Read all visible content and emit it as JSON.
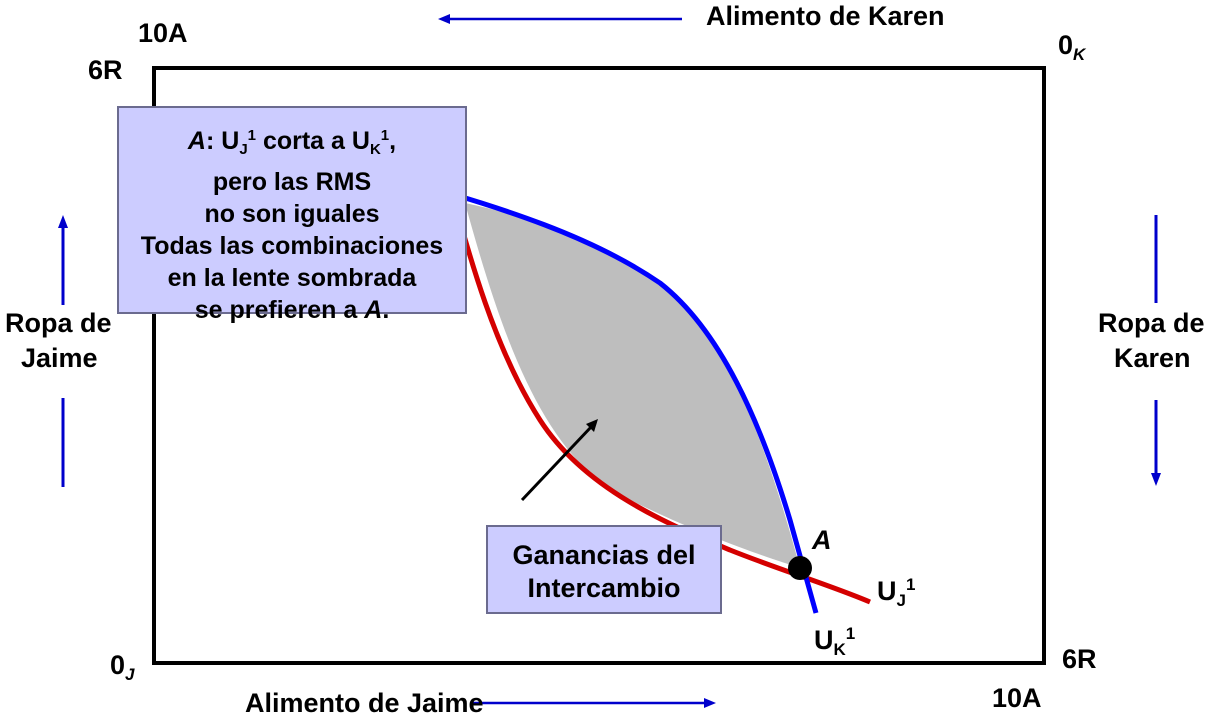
{
  "top_axis": {
    "label": "Alimento de Karen",
    "corner_left": "10A",
    "origin_base": "0",
    "origin_sub": "K"
  },
  "bottom_axis": {
    "label": "Alimento de Jaime",
    "corner_right": "10A",
    "origin_base": "0",
    "origin_sub": "J"
  },
  "left_axis": {
    "corner_top": "6R",
    "label_line1": "Ropa de",
    "label_line2": "Jaime"
  },
  "right_axis": {
    "corner_bottom": "6R",
    "label_line1": "Ropa de",
    "label_line2": "Karen"
  },
  "callout": {
    "line1_point": "A",
    "line1_text_a": ": U",
    "line1_sub1": "J",
    "line1_sup1": "1",
    "line1_text_b": " corta a U",
    "line1_sub2": "K",
    "line1_sup2": "1",
    "line1_end": ",",
    "line2": "pero las RMS",
    "line3": "no son iguales",
    "line4": "Todas las combinaciones",
    "line5": "en la lente sombrada",
    "line6_text": "se prefieren a ",
    "line6_point": "A",
    "line6_end": "."
  },
  "gains_box": {
    "line1": "Ganancias del",
    "line2": "Intercambio"
  },
  "point_label": "A",
  "curve_labels": {
    "jaime_base": "U",
    "jaime_sub": "J",
    "jaime_sup": "1",
    "karen_base": "U",
    "karen_sub": "K",
    "karen_sup": "1"
  },
  "colors": {
    "jaime_curve": "#d40000",
    "karen_curve": "#0000ff",
    "lens_fill": "#bebebe",
    "box_fill": "#ccccff",
    "box_border": "#6b6b8f",
    "arrow_color": "#0000cc"
  }
}
